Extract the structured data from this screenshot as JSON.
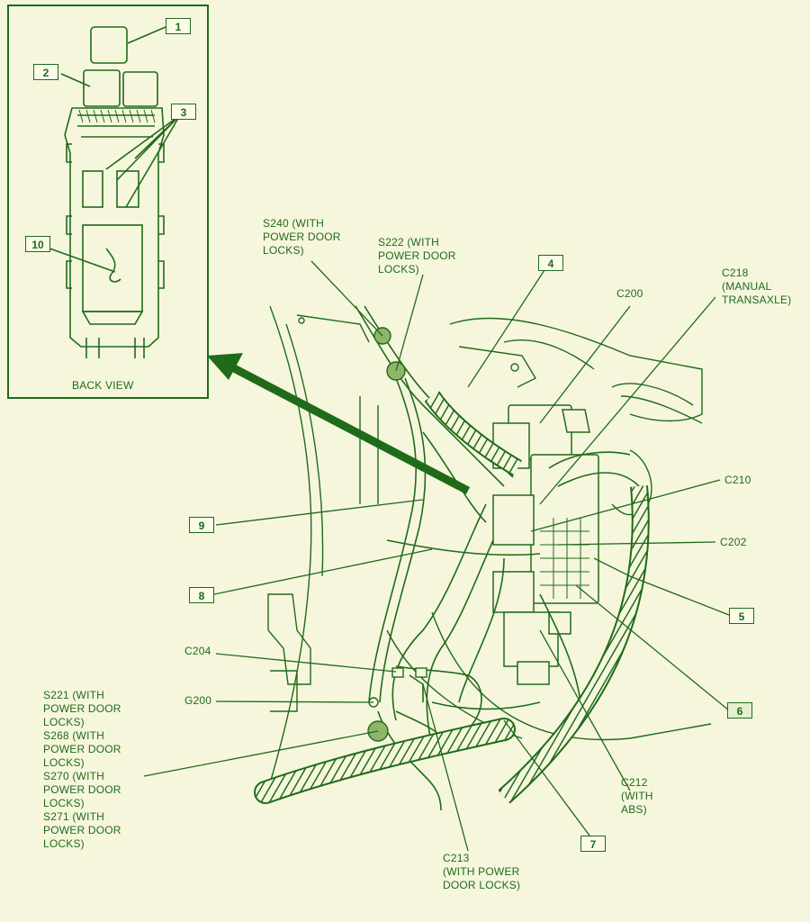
{
  "inset": {
    "caption": "BACK VIEW"
  },
  "callouts": {
    "c1": "1",
    "c2": "2",
    "c3": "3",
    "c4": "4",
    "c5": "5",
    "c6": "6",
    "c7": "7",
    "c8": "8",
    "c9": "9",
    "c10": "10"
  },
  "labels": {
    "s240": "S240 (WITH\nPOWER DOOR\nLOCKS)",
    "s222": "S222 (WITH\nPOWER DOOR\nLOCKS)",
    "c218": "C218\n(MANUAL\nTRANSAXLE)",
    "c200": "C200",
    "c210": "C210",
    "c202": "C202",
    "c204": "C204",
    "g200": "G200",
    "s_group": "S221 (WITH\nPOWER DOOR\nLOCKS)\nS268 (WITH\nPOWER DOOR\nLOCKS)\nS270 (WITH\nPOWER DOOR\nLOCKS)\nS271 (WITH\nPOWER DOOR\nLOCKS)",
    "c212": "C212\n(WITH\nABS)",
    "c213": "C213\n(WITH POWER\nDOOR LOCKS)"
  },
  "colors": {
    "ink": "#1f6b1a",
    "paper": "#f6f6dd",
    "highlight": "#e3f0cf"
  }
}
